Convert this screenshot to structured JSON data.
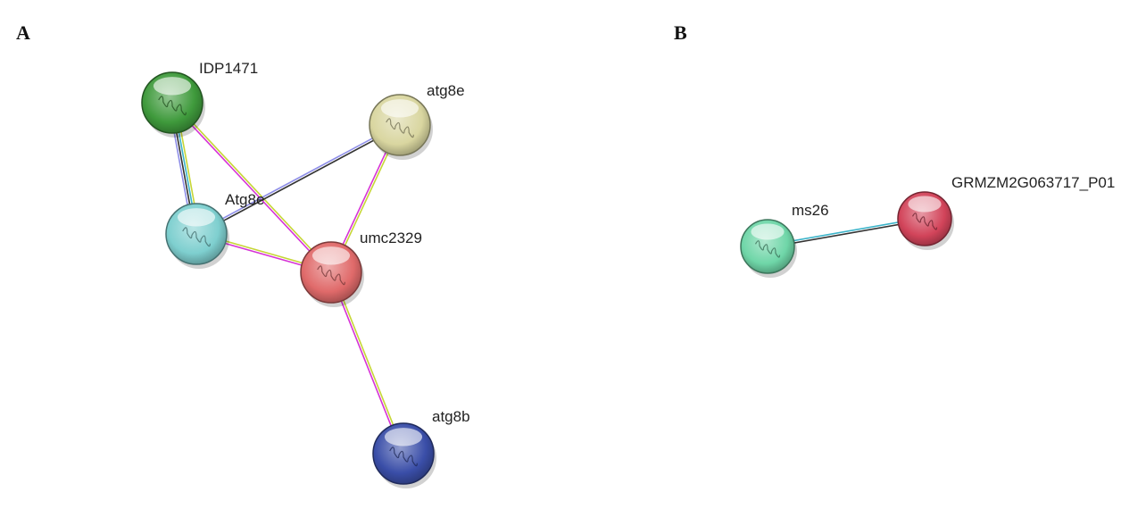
{
  "panels": [
    {
      "id": "A",
      "label": "A"
    },
    {
      "id": "B",
      "label": "B"
    }
  ],
  "network_a": {
    "nodes": [
      {
        "id": "IDP1471",
        "label": "IDP1471",
        "color": "#3f9a3c"
      },
      {
        "id": "atg8e",
        "label": "atg8e",
        "color": "#d9d6a0"
      },
      {
        "id": "Atg8e",
        "label": "Atg8e",
        "color": "#7ecfcf"
      },
      {
        "id": "umc2329",
        "label": "umc2329",
        "color": "#e06a6a"
      },
      {
        "id": "atg8b",
        "label": "atg8b",
        "color": "#3a4ea8"
      }
    ],
    "edges": [
      {
        "source": "IDP1471",
        "target": "Atg8e",
        "evidence": [
          "#c6d636",
          "#3bb3c9",
          "#333333",
          "#8e8ee8"
        ]
      },
      {
        "source": "IDP1471",
        "target": "umc2329",
        "evidence": [
          "#c6d636",
          "#d633d6"
        ]
      },
      {
        "source": "atg8e",
        "target": "Atg8e",
        "evidence": [
          "#333333",
          "#8e8ee8"
        ]
      },
      {
        "source": "atg8e",
        "target": "umc2329",
        "evidence": [
          "#c6d636",
          "#d633d6"
        ]
      },
      {
        "source": "Atg8e",
        "target": "umc2329",
        "evidence": [
          "#c6d636",
          "#d633d6"
        ]
      },
      {
        "source": "umc2329",
        "target": "atg8b",
        "evidence": [
          "#c6d636",
          "#d633d6"
        ]
      }
    ]
  },
  "network_b": {
    "nodes": [
      {
        "id": "ms26",
        "label": "ms26",
        "color": "#6fd6a8"
      },
      {
        "id": "GRMZM2G063717_P01",
        "label": "GRMZM2G063717_P01",
        "color": "#d2445a"
      }
    ],
    "edges": [
      {
        "source": "ms26",
        "target": "GRMZM2G063717_P01",
        "evidence": [
          "#3bb3c9",
          "#333333"
        ]
      }
    ]
  }
}
